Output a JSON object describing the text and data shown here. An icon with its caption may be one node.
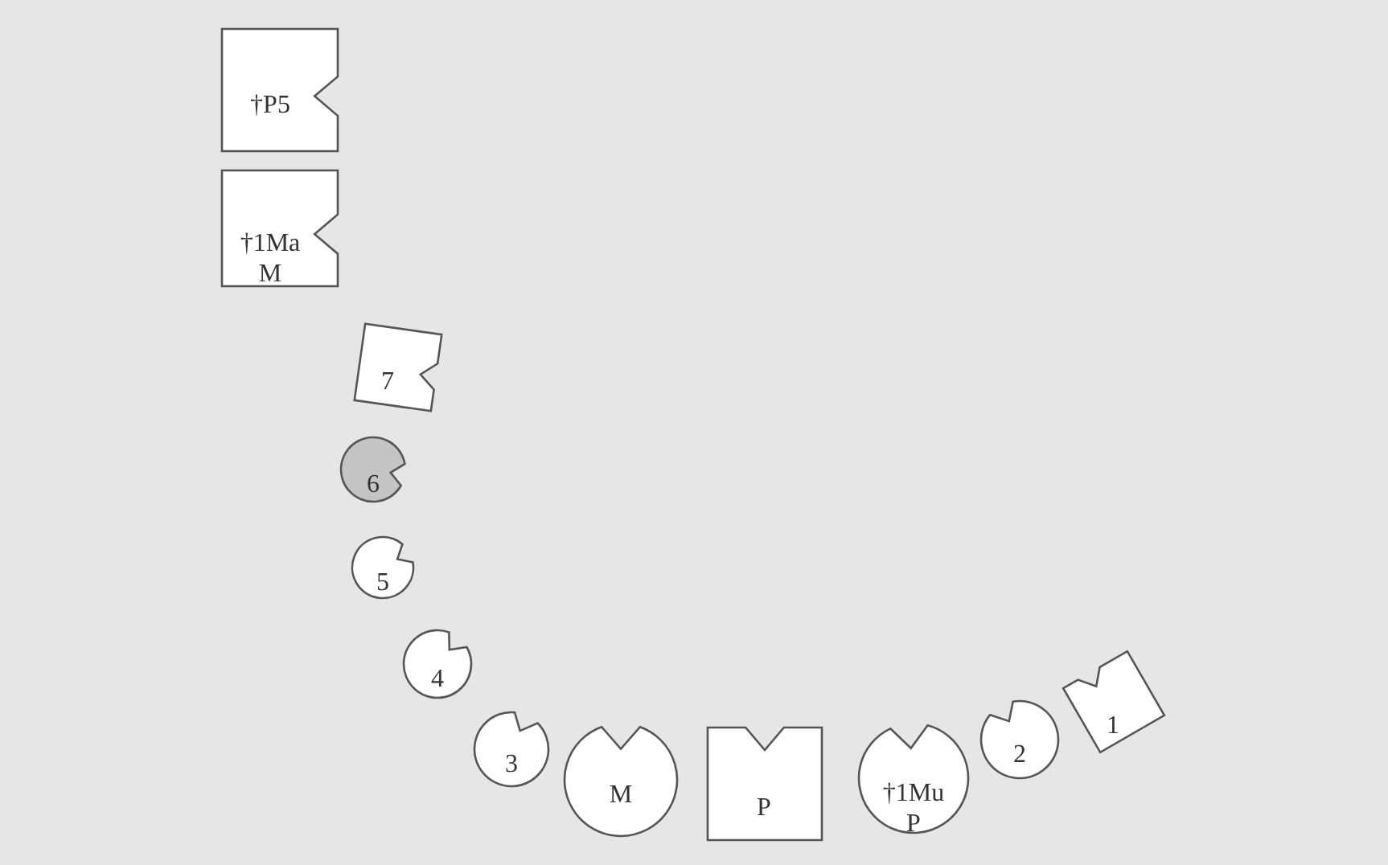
{
  "diagram": {
    "nodes": [
      {
        "text": [
          "†P5"
        ]
      },
      {
        "text": [
          "†1Ma M"
        ]
      },
      {
        "text": [
          "7"
        ]
      },
      {
        "text": [
          "6"
        ]
      },
      {
        "text": [
          "5"
        ]
      },
      {
        "text": [
          "4"
        ]
      },
      {
        "text": [
          "3"
        ]
      },
      {
        "text": [
          "M"
        ]
      },
      {
        "text": [
          "P"
        ]
      },
      {
        "text": [
          "†1Mu P"
        ]
      },
      {
        "text": [
          "2"
        ]
      },
      {
        "text": [
          "1"
        ]
      }
    ]
  }
}
